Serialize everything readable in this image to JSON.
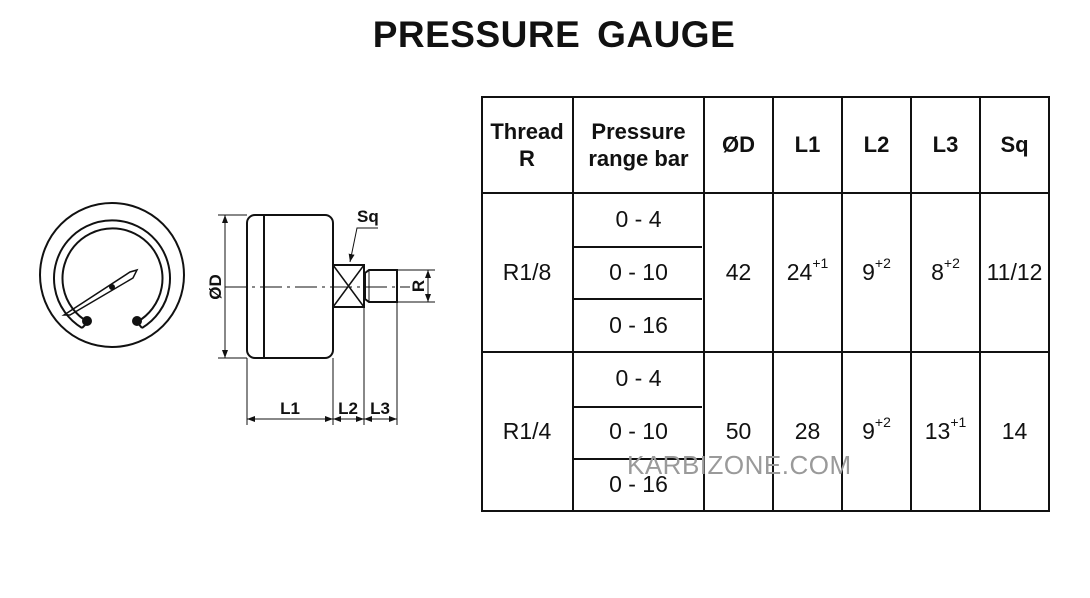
{
  "title": "PRESSURE GAUGE",
  "drawing_labels": {
    "diameter": "ØD",
    "square": "Sq",
    "thread": "R",
    "l1": "L1",
    "l2": "L2",
    "l3": "L3"
  },
  "table": {
    "headers": {
      "thread_line1": "Thread",
      "thread_line2": "R",
      "pressure_line1": "Pressure",
      "pressure_line2": "range bar",
      "d": "ØD",
      "l1": "L1",
      "l2": "L2",
      "l3": "L3",
      "sq": "Sq"
    },
    "groups": [
      {
        "thread": "R1/8",
        "ranges": [
          "0 - 4",
          "0 - 10",
          "0 - 16"
        ],
        "d": "42",
        "l1": "24",
        "l1_tol": "+1",
        "l2": "9",
        "l2_tol": "+2",
        "l3": "8",
        "l3_tol": "+2",
        "sq": "11/12"
      },
      {
        "thread": "R1/4",
        "ranges": [
          "0 - 4",
          "0 - 10",
          "0 - 16"
        ],
        "d": "50",
        "l1": "28",
        "l1_tol": "",
        "l2": "9",
        "l2_tol": "+2",
        "l3": "13",
        "l3_tol": "+1",
        "sq": "14"
      }
    ]
  },
  "watermark": "KARBIZONE.COM"
}
